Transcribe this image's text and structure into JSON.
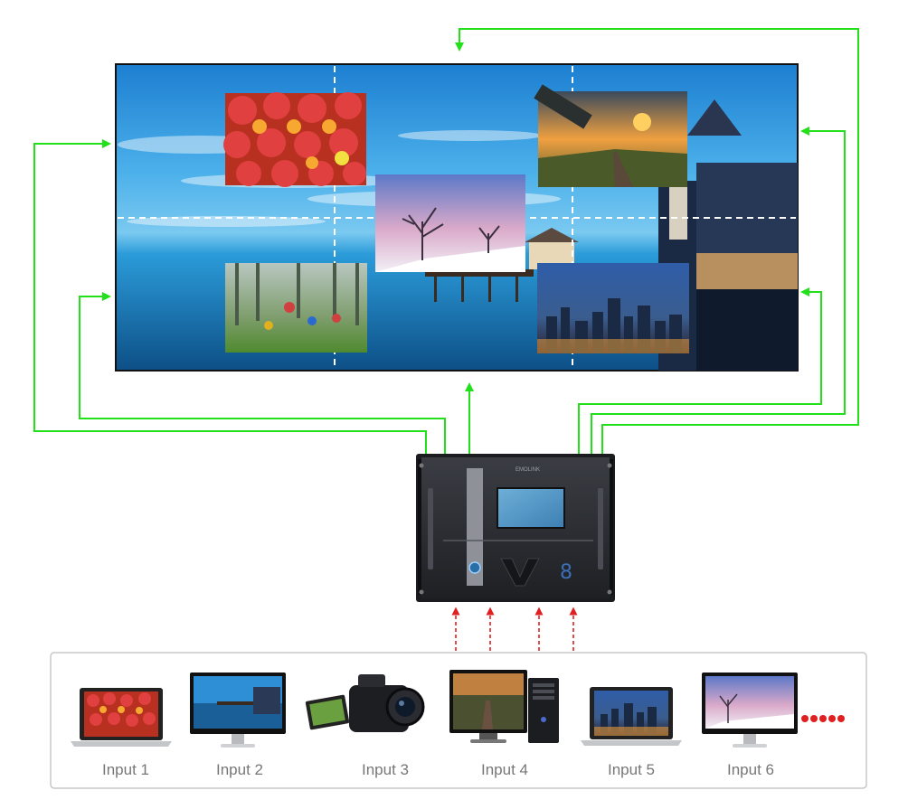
{
  "device": {
    "brand": "EMOLINK"
  },
  "inputs": [
    {
      "label": "Input 1",
      "device": "laptop-icon"
    },
    {
      "label": "Input 2",
      "device": "monitor-icon"
    },
    {
      "label": "Input 3",
      "device": "camcorder-icon"
    },
    {
      "label": "Input 4",
      "device": "desktop-pc-icon"
    },
    {
      "label": "Input 5",
      "device": "laptop-icon"
    },
    {
      "label": "Input 6",
      "device": "monitor-icon"
    }
  ],
  "colors": {
    "output_arrow": "#22e01a",
    "input_arrow": "#e02020",
    "wall_sky": "#2a9fe0",
    "device_body": "#2a2c31"
  }
}
